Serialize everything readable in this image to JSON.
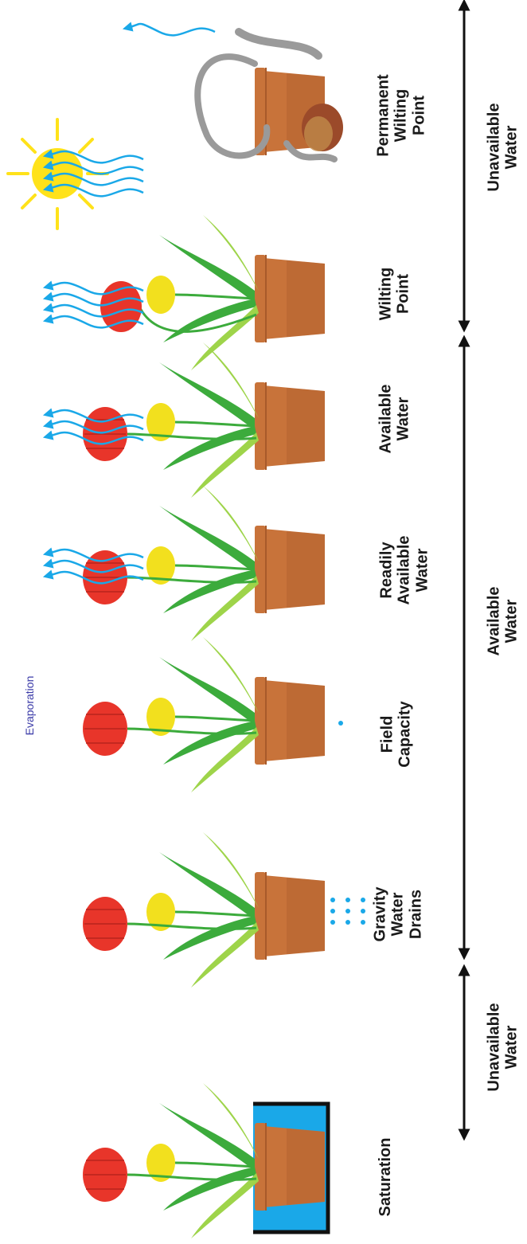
{
  "diagram": {
    "evaporation_label": "Evaporation",
    "stages": [
      {
        "label": "Saturation"
      },
      {
        "label": "Gravity\nWater\nDrains"
      },
      {
        "label": "Field\nCapacity"
      },
      {
        "label": "Readily\nAvailable\nWater"
      },
      {
        "label": "Available\nWater"
      },
      {
        "label": "Wilting\nPoint"
      },
      {
        "label": "Permanent\nWilting\nPoint"
      }
    ],
    "ranges": [
      {
        "label": "Unavailable\nWater"
      },
      {
        "label": "Available\nWater"
      },
      {
        "label": "Unavailable\nWater"
      }
    ],
    "colors": {
      "pot": "#c8733a",
      "pot_shade": "#a85a2a",
      "leaf": "#3cab3c",
      "leaf_light": "#9ed44a",
      "tulip_red": "#e8352a",
      "tulip_yellow": "#f2e01e",
      "wilted_brown": "#9b4a2a",
      "water": "#1aa8e8",
      "sun": "#ffe21a",
      "dead_grey": "#9a9a9a",
      "arrow": "#111111"
    }
  }
}
